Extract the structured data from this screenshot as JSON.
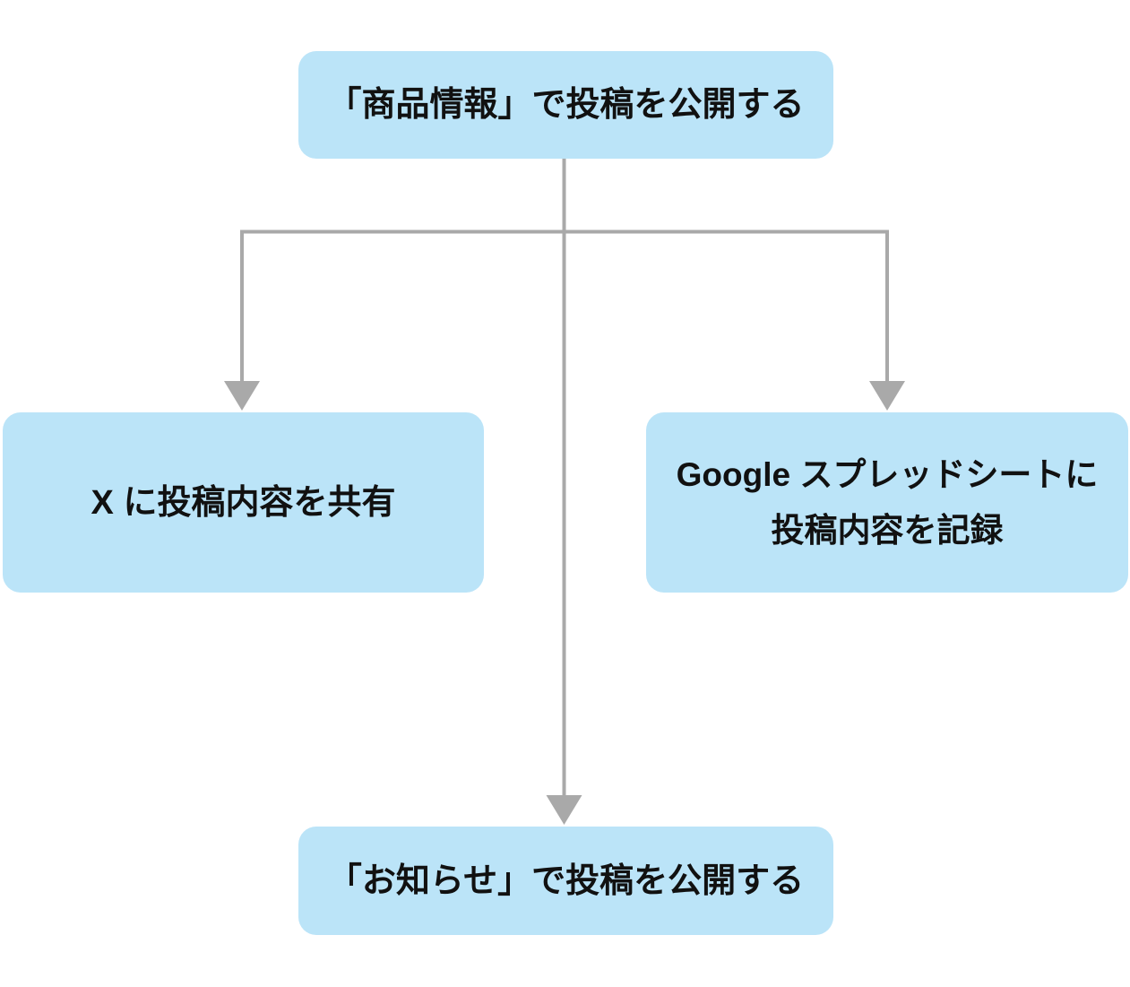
{
  "diagram": {
    "kind": "flowchart",
    "colors": {
      "node_fill": "#bbe4f8",
      "connector": "#a9a9a9",
      "text": "#111111",
      "background": "#ffffff"
    },
    "nodes": {
      "top": {
        "label": "「商品情報」で投稿を公開する"
      },
      "left": {
        "label": "X に投稿内容を共有"
      },
      "right": {
        "label": "Google スプレッドシートに\n投稿内容を記録"
      },
      "bottom": {
        "label": "「お知らせ」で投稿を公開する"
      }
    },
    "edges": [
      {
        "from": "top",
        "to": "left"
      },
      {
        "from": "top",
        "to": "right"
      },
      {
        "from": "top",
        "to": "bottom"
      }
    ]
  }
}
